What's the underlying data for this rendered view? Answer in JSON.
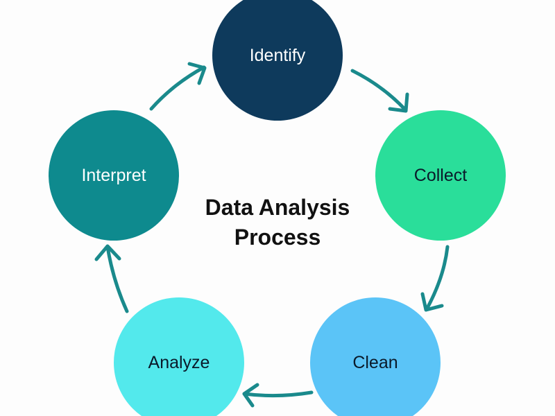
{
  "diagram": {
    "type": "cycle",
    "title_lines": [
      "Data Analysis",
      "Process"
    ],
    "arrow_color": "#1a8a8c",
    "background": "#fdfdfd",
    "steps": [
      {
        "id": "identify",
        "label": "Identify",
        "fill": "#0e3a5c",
        "text_color": "#ffffff"
      },
      {
        "id": "collect",
        "label": "Collect",
        "fill": "#2ade9a",
        "text_color": "#0a1a2a"
      },
      {
        "id": "clean",
        "label": "Clean",
        "fill": "#5bc4f7",
        "text_color": "#0a1a2a"
      },
      {
        "id": "analyze",
        "label": "Analyze",
        "fill": "#53e9ec",
        "text_color": "#0a1a2a"
      },
      {
        "id": "interpret",
        "label": "Interpret",
        "fill": "#0e8a8e",
        "text_color": "#ffffff"
      }
    ],
    "connections": [
      {
        "from": "identify",
        "to": "collect"
      },
      {
        "from": "collect",
        "to": "clean"
      },
      {
        "from": "clean",
        "to": "analyze"
      },
      {
        "from": "analyze",
        "to": "interpret"
      },
      {
        "from": "interpret",
        "to": "identify"
      }
    ]
  }
}
